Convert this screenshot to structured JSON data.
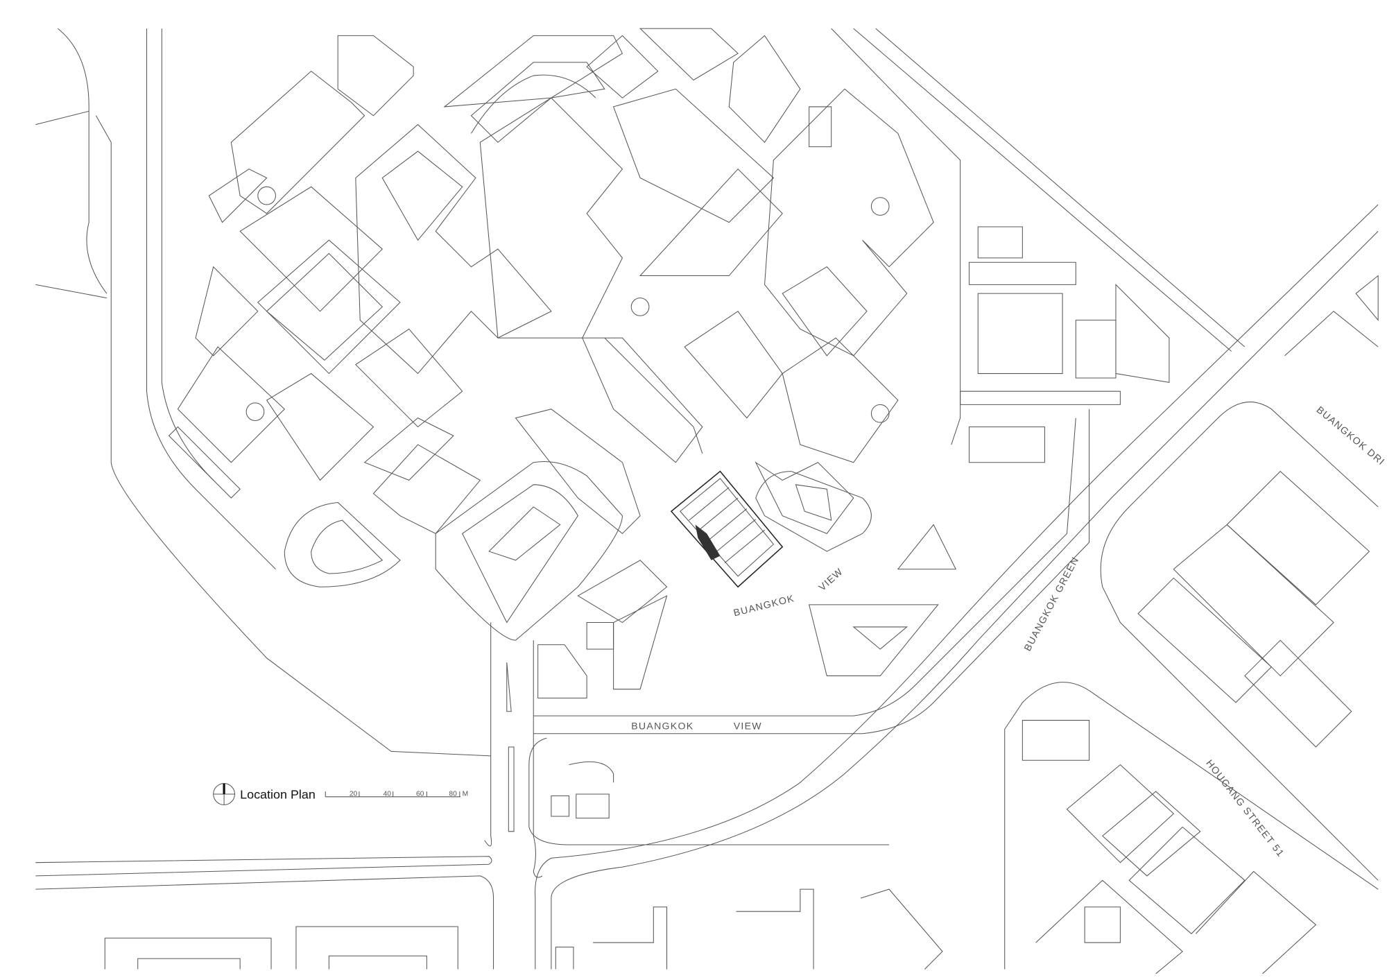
{
  "legend": {
    "title": "Location Plan",
    "scale_ticks": [
      "20",
      "40",
      "60",
      "80"
    ],
    "scale_unit": "M",
    "north_icon": "north-arrow-icon"
  },
  "streets": {
    "buangkok_view_upper_a": "BUANGKOK",
    "buangkok_view_upper_b": "VIEW",
    "buangkok_view_lower_a": "BUANGKOK",
    "buangkok_view_lower_b": "VIEW",
    "buangkok_green": "BUANGKOK GREEN",
    "buangkok_drive": "BUANGKOK DRI",
    "hougang_street_51": "HOUGANG STREET 51"
  },
  "colors": {
    "line": "#555555",
    "highlight": "#222222",
    "background": "#ffffff"
  }
}
